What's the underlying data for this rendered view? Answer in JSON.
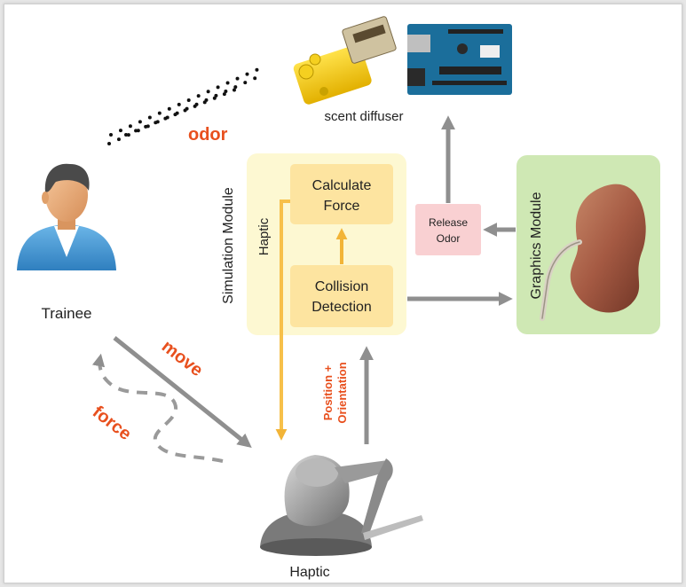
{
  "labels": {
    "scent_diffuser": "scent diffuser",
    "odor": "odor",
    "trainee": "Trainee",
    "move": "move",
    "force": "force",
    "haptic_device": "Haptic",
    "position_orientation_line1": "Position +",
    "position_orientation_line2": "Orientation"
  },
  "simulation_module": {
    "title": "Simulation Module",
    "haptic_label": "Haptic",
    "calculate_force": [
      "Calculate",
      "Force"
    ],
    "collision_detection": [
      "Collision",
      "Detection"
    ]
  },
  "release_odor": [
    "Release",
    "Odor"
  ],
  "graphics_module": {
    "title": "Graphics Module"
  },
  "colors": {
    "accent_orange": "#e8501e",
    "sim_panel": "#fdf8d2",
    "sim_box": "#fde4a0",
    "haptic_arrow": "#f7c04a",
    "graphics_panel": "#cfe8b4",
    "release_box": "#f9d0d2",
    "gray_arrow": "#8f8f8f"
  }
}
